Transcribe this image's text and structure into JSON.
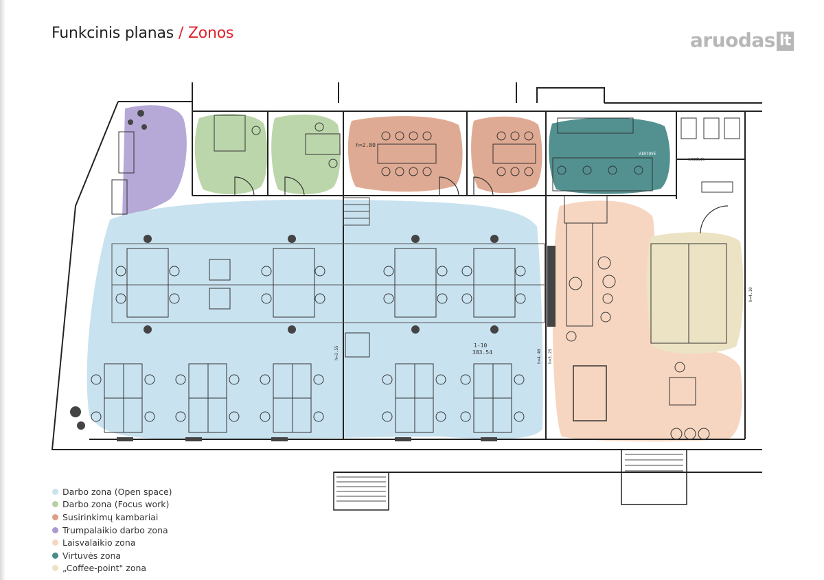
{
  "header": {
    "title_main": "Funkcinis planas",
    "title_sep": " / ",
    "title_accent": "Zonos"
  },
  "watermark": {
    "text": "aruodas",
    "box": "lt"
  },
  "plan_labels": {
    "room_height_meeting": "h=2.80",
    "room_id": "1-10",
    "room_area": "383.54",
    "kitchen": "VIRTUVĖ",
    "storage": "SANDĖLIS",
    "h1": "h=3.55",
    "h2": "h=4.40",
    "h3": "h=3.25",
    "h4": "h=4.10"
  },
  "legend": [
    {
      "label": "Darbo zona (Open space)",
      "color": "#c9e2ef"
    },
    {
      "label": "Darbo zona (Focus work)",
      "color": "#b5d1a2"
    },
    {
      "label": "Susirinkimų kambariai",
      "color": "#dba187"
    },
    {
      "label": "Trumpalaikio darbo zona",
      "color": "#a99ad0"
    },
    {
      "label": "Laisvalaikio zona",
      "color": "#f7d6c1"
    },
    {
      "label": "Virtuvės zona",
      "color": "#4a8b8b"
    },
    {
      "label": "„Coffee-point\" zona",
      "color": "#ece3c4"
    }
  ],
  "colors": {
    "accent": "#e0232b",
    "open_space": "#c9e2ef",
    "focus_work": "#b5d1a2",
    "meeting": "#dba187",
    "short_term": "#a99ad0",
    "leisure": "#f7d6c1",
    "kitchen": "#4a8b8b",
    "coffee": "#ece3c4"
  }
}
